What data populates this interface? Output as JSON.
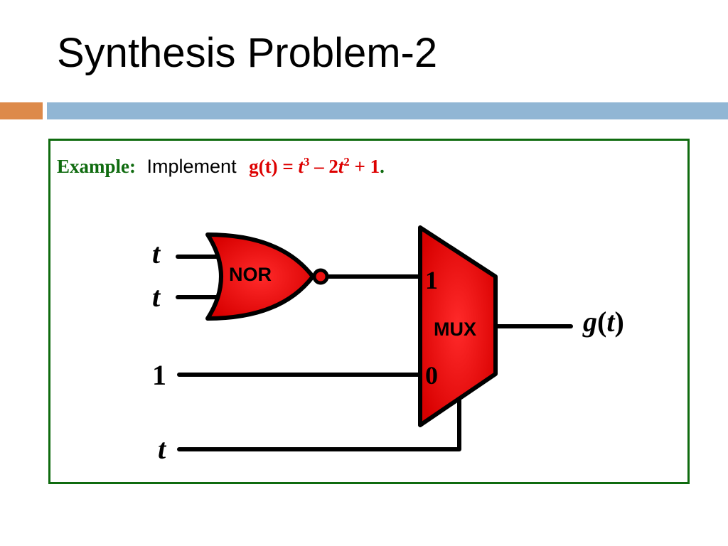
{
  "title": "Synthesis Problem-2",
  "colors": {
    "accent_orange": "#dd8a4a",
    "accent_blue": "#91b6d4",
    "frame_green": "#0f6b0f",
    "gate_red": "#ee1111",
    "formula_red": "#dd0000"
  },
  "example": {
    "label": "Example:",
    "verb": "Implement",
    "formula": {
      "lhs": "g(t) = ",
      "t1": "t",
      "exp1": "3",
      "mid": " – 2",
      "t2": "t",
      "exp2": "2",
      "rhs": " + 1"
    },
    "period": "."
  },
  "diagram": {
    "inputs": {
      "nor_a": "t",
      "nor_b": "t",
      "mux_in0": "1",
      "mux_select": "t"
    },
    "nor_label": "NOR",
    "mux_label": "MUX",
    "mux_pin1": "1",
    "mux_pin0": "0",
    "output": {
      "g": "g",
      "open": "(",
      "t": "t",
      "close": ")"
    }
  }
}
